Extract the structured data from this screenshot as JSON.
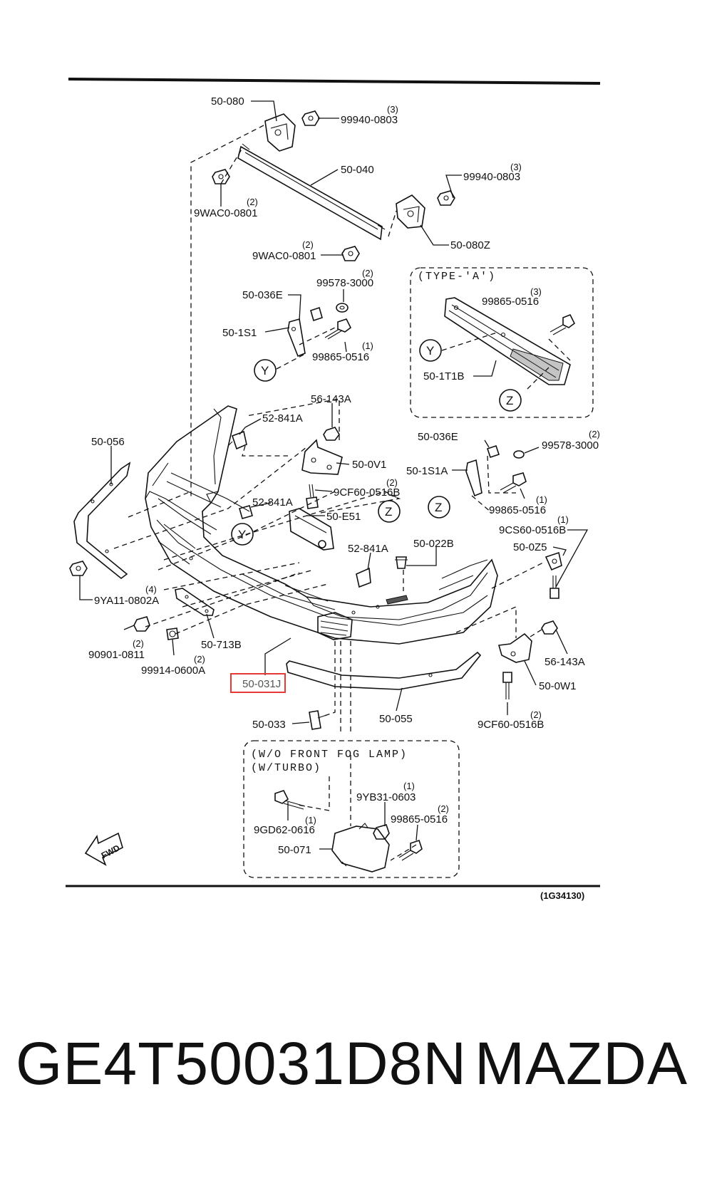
{
  "diagram": {
    "ref_code": "(1G34130)",
    "callouts": {
      "c_50080": "50-080",
      "c_99940_0803_top": "99940-0803",
      "c_99940_0803_top_qty": "(3)",
      "c_50040": "50-040",
      "c_9wac_left": "9WAC0-0801",
      "c_9wac_left_qty": "(2)",
      "c_99940_0803_right": "99940-0803",
      "c_99940_0803_right_qty": "(3)",
      "c_50080z": "50-080Z",
      "c_9wac_mid": "9WAC0-0801",
      "c_9wac_mid_qty": "(2)",
      "c_50036e_left": "50-036E",
      "c_99578_left": "99578-3000",
      "c_99578_left_qty": "(2)",
      "c_501s1": "50-1S1",
      "c_99865_left": "99865-0516",
      "c_99865_left_qty": "(1)",
      "c_y1": "Y",
      "c_52841a_top": "52-841A",
      "c_56143a_top": "56-143A",
      "c_50056": "50-056",
      "c_500v1": "50-0V1",
      "c_9cf60_top": "9CF60-0516B",
      "c_9cf60_top_qty": "(2)",
      "c_52841a_mid": "52-841A",
      "c_50e51": "50-E51",
      "c_z_mid": "Z",
      "c_y2": "Y",
      "c_52841a_low": "52-841A",
      "c_50022b": "50-022B",
      "c_50036e_right": "50-036E",
      "c_99578_right": "99578-3000",
      "c_99578_right_qty": "(2)",
      "c_501s1a": "50-1S1A",
      "c_z_right": "Z",
      "c_99865_right": "99865-0516",
      "c_99865_right_qty": "(1)",
      "c_9cs60": "9CS60-0516B",
      "c_9cs60_qty": "(1)",
      "c_500z5": "50-0Z5",
      "c_9ya11": "9YA11-0802A",
      "c_9ya11_qty": "(4)",
      "c_90901": "90901-0811",
      "c_90901_qty": "(2)",
      "c_99914": "99914-0600A",
      "c_99914_qty": "(2)",
      "c_50713b": "50-713B",
      "c_50031j": "50-031J",
      "c_56143a_right": "56-143A",
      "c_500w1": "50-0W1",
      "c_50055": "50-055",
      "c_9cf60_bottom": "9CF60-0516B",
      "c_9cf60_bottom_qty": "(2)",
      "c_50033": "50-033"
    },
    "type_a_box": {
      "title": "(TYPE-'A')",
      "c_99865": "99865-0516",
      "c_99865_qty": "(3)",
      "c_y": "Y",
      "c_501t1b": "50-1T1B",
      "c_z": "Z"
    },
    "fog_box": {
      "title_line1": "(W/O FRONT FOG LAMP)",
      "title_line2": "(W/TURBO)",
      "c_9yb31": "9YB31-0603",
      "c_9yb31_qty": "(1)",
      "c_9gd62": "9GD62-0616",
      "c_9gd62_qty": "(1)",
      "c_99865": "99865-0516",
      "c_99865_qty": "(2)",
      "c_50071": "50-071"
    },
    "fwd_label": "FWD",
    "highlight_color": "#e53935"
  },
  "footer": {
    "part_number": "GE4T50031D8N",
    "brand": "MAZDA"
  }
}
